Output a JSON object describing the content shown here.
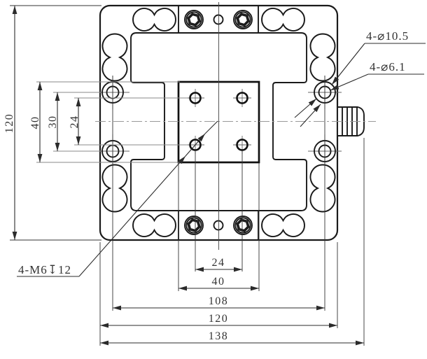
{
  "dims": {
    "left": [
      "120",
      "40",
      "30",
      "24"
    ],
    "bottom": [
      "24",
      "40",
      "108",
      "120",
      "138"
    ]
  },
  "labels": {
    "counterbore": "4-⌀10.5",
    "through_hole": "4-⌀6.1",
    "tapped_hole": "4-M6↧12"
  },
  "colors": {
    "line": "#1a1a1a",
    "dimension": "#2b2b2b",
    "centerline": "#999999",
    "extension": "#888888",
    "background": "#ffffff"
  }
}
